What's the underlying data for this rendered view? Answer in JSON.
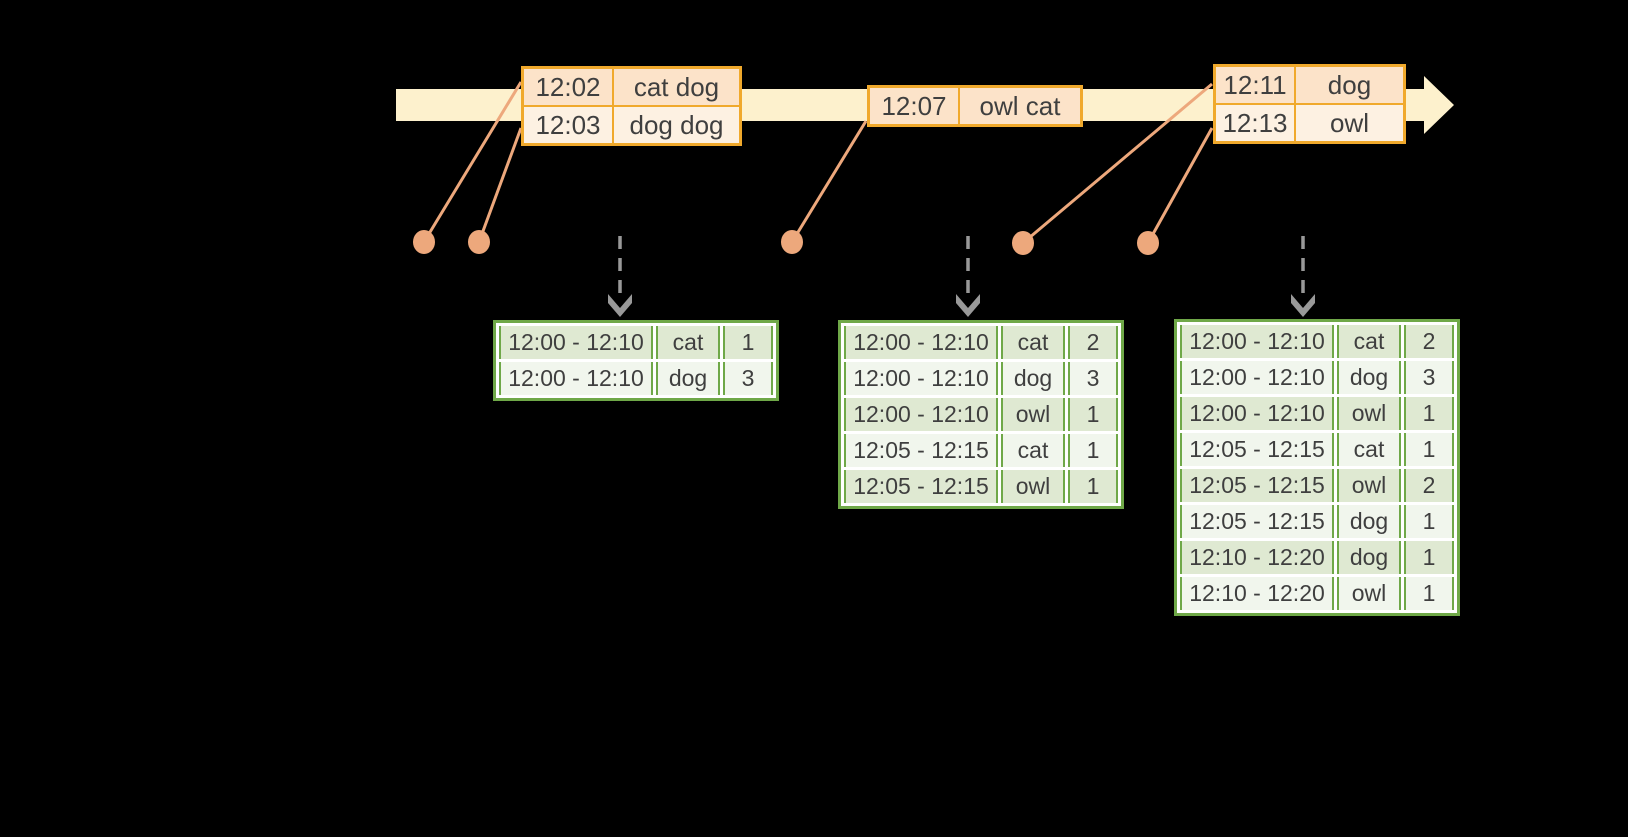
{
  "diagram": {
    "kind": "streaming-windowed-word-count-timeline",
    "background_color": "#000000"
  },
  "colors": {
    "timeline_fill": "#fdf1cd",
    "event_table_border": "#f0a92c",
    "event_row_fill_dark": "#fce3c9",
    "event_row_fill_light": "#fdf1e2",
    "dot_and_line": "#eda87c",
    "result_table_border": "#6fa848",
    "result_row_fill_dark": "#dfe9d2",
    "result_row_fill_light": "#f1f6ed",
    "trigger_arrow_gray": "#999999",
    "text": "#3f3f3f"
  },
  "icons": {
    "timeline_arrowhead": "right-arrow-icon",
    "trigger_arrow": "dashed-down-arrow-icon",
    "event_marker": "dot-icon"
  },
  "event_tables": [
    {
      "rows": [
        [
          "12:02",
          "cat dog"
        ],
        [
          "12:03",
          "dog dog"
        ]
      ]
    },
    {
      "rows": [
        [
          "12:07",
          "owl cat"
        ]
      ]
    },
    {
      "rows": [
        [
          "12:11",
          "dog"
        ],
        [
          "12:13",
          "owl"
        ]
      ]
    }
  ],
  "result_tables": [
    {
      "rows": [
        [
          "12:00 - 12:10",
          "cat",
          "1"
        ],
        [
          "12:00 - 12:10",
          "dog",
          "3"
        ]
      ]
    },
    {
      "rows": [
        [
          "12:00 - 12:10",
          "cat",
          "2"
        ],
        [
          "12:00 - 12:10",
          "dog",
          "3"
        ],
        [
          "12:00 - 12:10",
          "owl",
          "1"
        ],
        [
          "12:05 - 12:15",
          "cat",
          "1"
        ],
        [
          "12:05 - 12:15",
          "owl",
          "1"
        ]
      ]
    },
    {
      "rows": [
        [
          "12:00 - 12:10",
          "cat",
          "2"
        ],
        [
          "12:00 - 12:10",
          "dog",
          "3"
        ],
        [
          "12:00 - 12:10",
          "owl",
          "1"
        ],
        [
          "12:05 - 12:15",
          "cat",
          "1"
        ],
        [
          "12:05 - 12:15",
          "owl",
          "2"
        ],
        [
          "12:05 - 12:15",
          "dog",
          "1"
        ],
        [
          "12:10 - 12:20",
          "dog",
          "1"
        ],
        [
          "12:10 - 12:20",
          "owl",
          "1"
        ]
      ]
    }
  ]
}
